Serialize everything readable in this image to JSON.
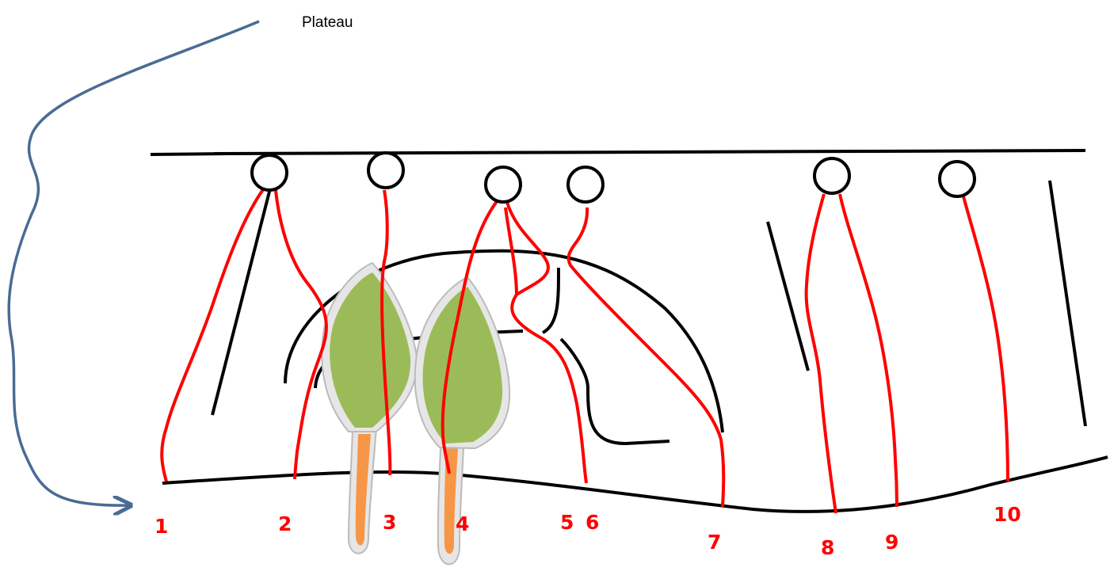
{
  "plateau_label": "Plateau",
  "colors": {
    "red_line": "#ff0000",
    "black_line": "#000000",
    "arrow_blue": "#4a6b96",
    "leaf_green": "#9bbb59",
    "root_orange": "#f79646",
    "number_red": "#ff0000"
  },
  "numbers": {
    "n1": "1",
    "n2": "2",
    "n3": "3",
    "n4": "4",
    "n5": "5",
    "n6": "6",
    "n7": "7",
    "n8": "8",
    "n9": "9",
    "n10": "10"
  }
}
